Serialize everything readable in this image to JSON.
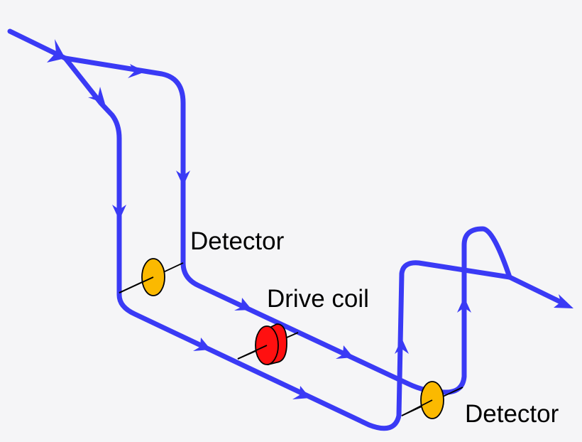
{
  "diagram": {
    "subject": "Coriolis flow meter tube schematic",
    "colors": {
      "background": "#f5f5f7",
      "flow_path": "#3a3af5",
      "detector": "#fbb900",
      "drive_coil": "#ff1010",
      "leader_line": "#000000"
    },
    "labels": {
      "detector_top": "Detector",
      "drive_coil": "Drive coil",
      "detector_bottom": "Detector"
    },
    "components": [
      {
        "type": "detector",
        "label_ref": "detector_top"
      },
      {
        "type": "drive_coil",
        "label_ref": "drive_coil"
      },
      {
        "type": "detector",
        "label_ref": "detector_bottom"
      }
    ],
    "flow": {
      "inlet": "top-left",
      "outlet": "right",
      "tubes": 2
    }
  }
}
